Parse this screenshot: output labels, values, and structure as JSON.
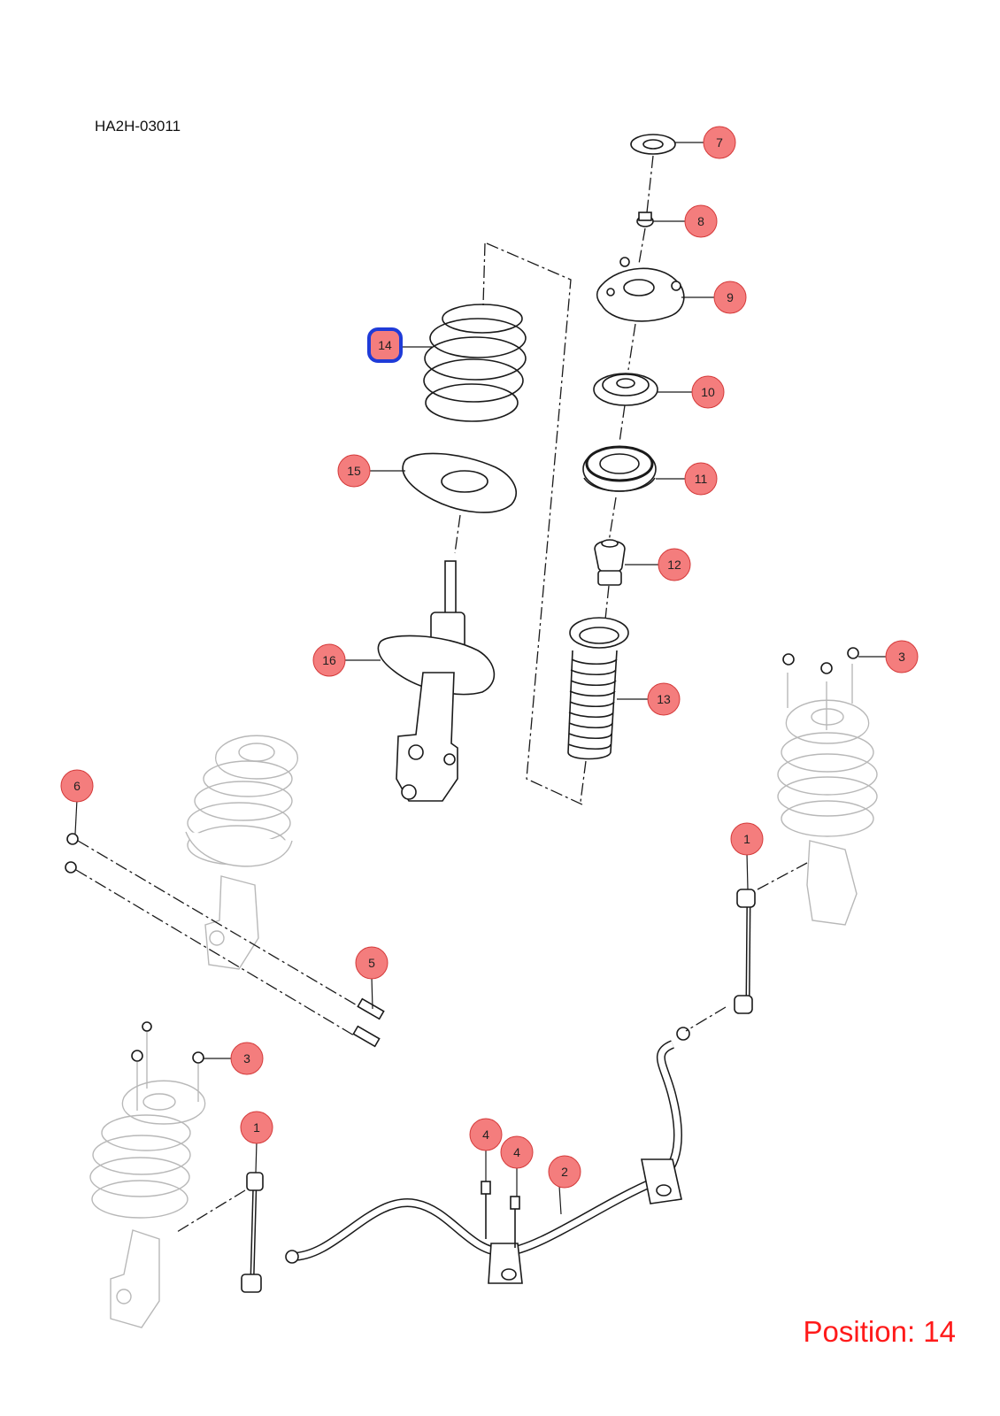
{
  "diagram_code": "HA2H-03011",
  "position_label": "Position: 14",
  "selected_callout": "14",
  "colors": {
    "callout_fill": "#f47d7d",
    "callout_stroke": "#d43a3a",
    "selected_stroke": "#1f3bd8",
    "position_text": "#ff1a1a"
  },
  "callouts": [
    {
      "id": "c7",
      "label": "7"
    },
    {
      "id": "c8",
      "label": "8"
    },
    {
      "id": "c9",
      "label": "9"
    },
    {
      "id": "c10",
      "label": "10"
    },
    {
      "id": "c11",
      "label": "11"
    },
    {
      "id": "c12",
      "label": "12"
    },
    {
      "id": "c13",
      "label": "13"
    },
    {
      "id": "c14",
      "label": "14"
    },
    {
      "id": "c15",
      "label": "15"
    },
    {
      "id": "c16",
      "label": "16"
    },
    {
      "id": "c3a",
      "label": "3"
    },
    {
      "id": "c6",
      "label": "6"
    },
    {
      "id": "c1a",
      "label": "1"
    },
    {
      "id": "c5",
      "label": "5"
    },
    {
      "id": "c3b",
      "label": "3"
    },
    {
      "id": "c1b",
      "label": "1"
    },
    {
      "id": "c4a",
      "label": "4"
    },
    {
      "id": "c4b",
      "label": "4"
    },
    {
      "id": "c2",
      "label": "2"
    }
  ]
}
